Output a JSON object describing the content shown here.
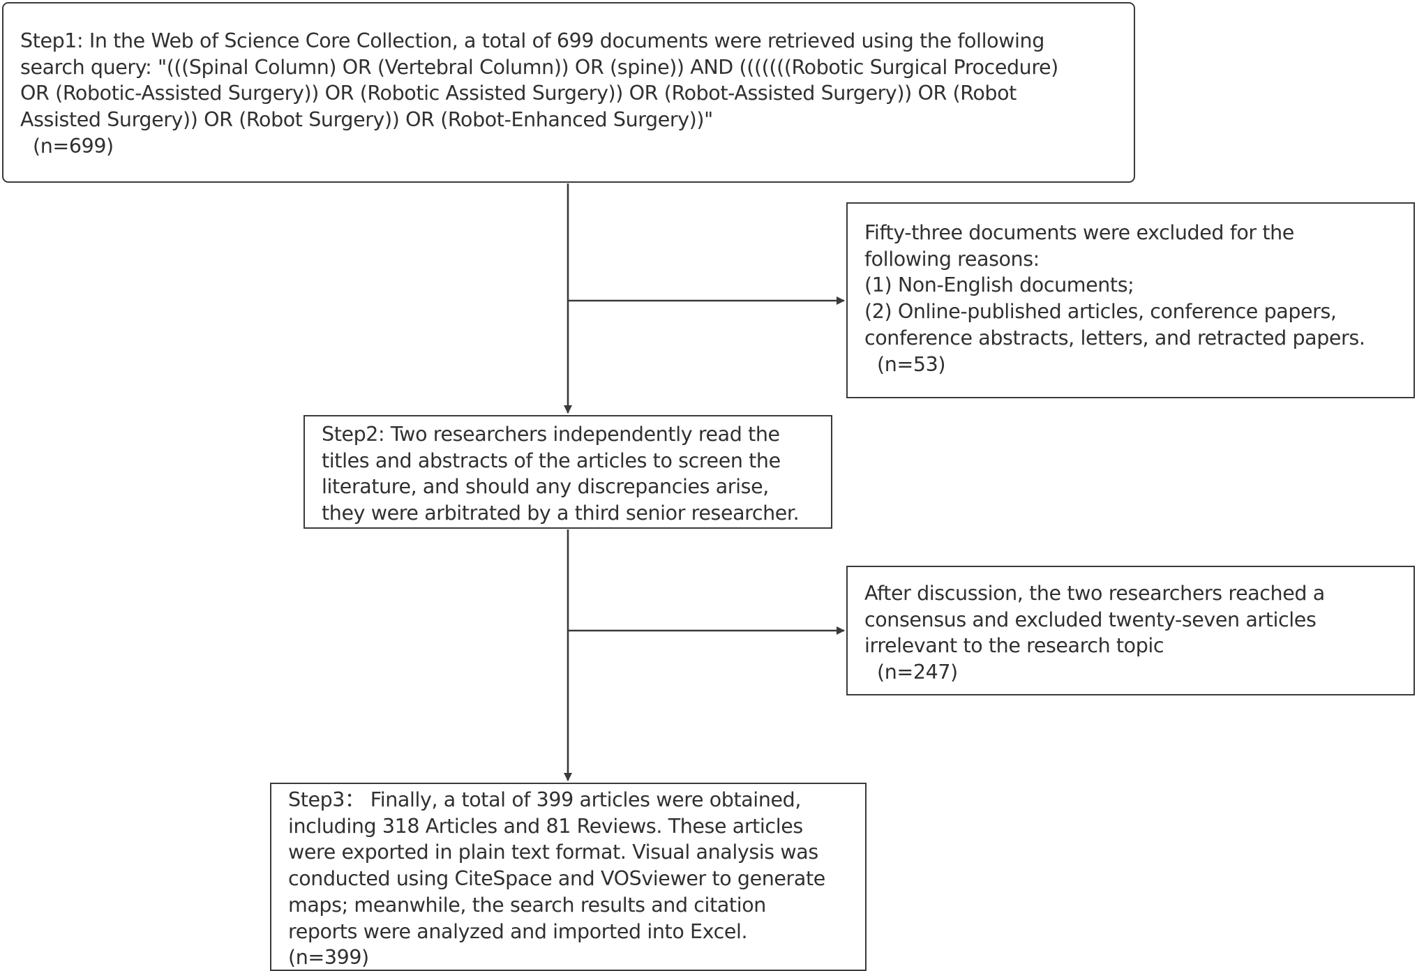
{
  "step1": {
    "lines": [
      "Step1: In the Web of Science Core Collection, a total of 699 documents were retrieved using the following",
      "search query: \"(((Spinal Column) OR (Vertebral Column)) OR (spine)) AND (((((((Robotic Surgical Procedure)",
      "OR (Robotic-Assisted Surgery)) OR (Robotic Assisted Surgery)) OR (Robot-Assisted Surgery)) OR (Robot",
      "Assisted Surgery)) OR (Robot Surgery)) OR (Robot-Enhanced Surgery))\""
    ],
    "count": "(n=699)"
  },
  "exclusion1": {
    "lines": [
      "Fifty-three documents were excluded for the",
      "following reasons:",
      "(1) Non-English documents;",
      "(2) Online-published articles, conference papers,",
      "conference abstracts, letters, and retracted papers."
    ],
    "count": "(n=53)"
  },
  "step2": {
    "lines": [
      "Step2: Two researchers independently read the",
      "titles and abstracts of the articles to screen the",
      "literature, and should any discrepancies arise,",
      "they were arbitrated by a third senior researcher."
    ]
  },
  "exclusion2": {
    "lines": [
      "After discussion, the two researchers reached a",
      "consensus and excluded twenty-seven articles",
      "irrelevant to the research topic"
    ],
    "count": "(n=247)"
  },
  "step3": {
    "lines": [
      "Step3： Finally, a total of 399 articles were obtained,",
      "including 318 Articles and 81 Reviews. These articles",
      "were exported in plain text format. Visual analysis was",
      "conducted using CiteSpace and VOSviewer to generate",
      "maps; meanwhile, the search results and citation",
      "reports were analyzed and imported into Excel."
    ],
    "count": "(n=399)"
  },
  "colors": {
    "stroke": "#3a3a3a",
    "text": "#303030",
    "background": "#ffffff"
  }
}
